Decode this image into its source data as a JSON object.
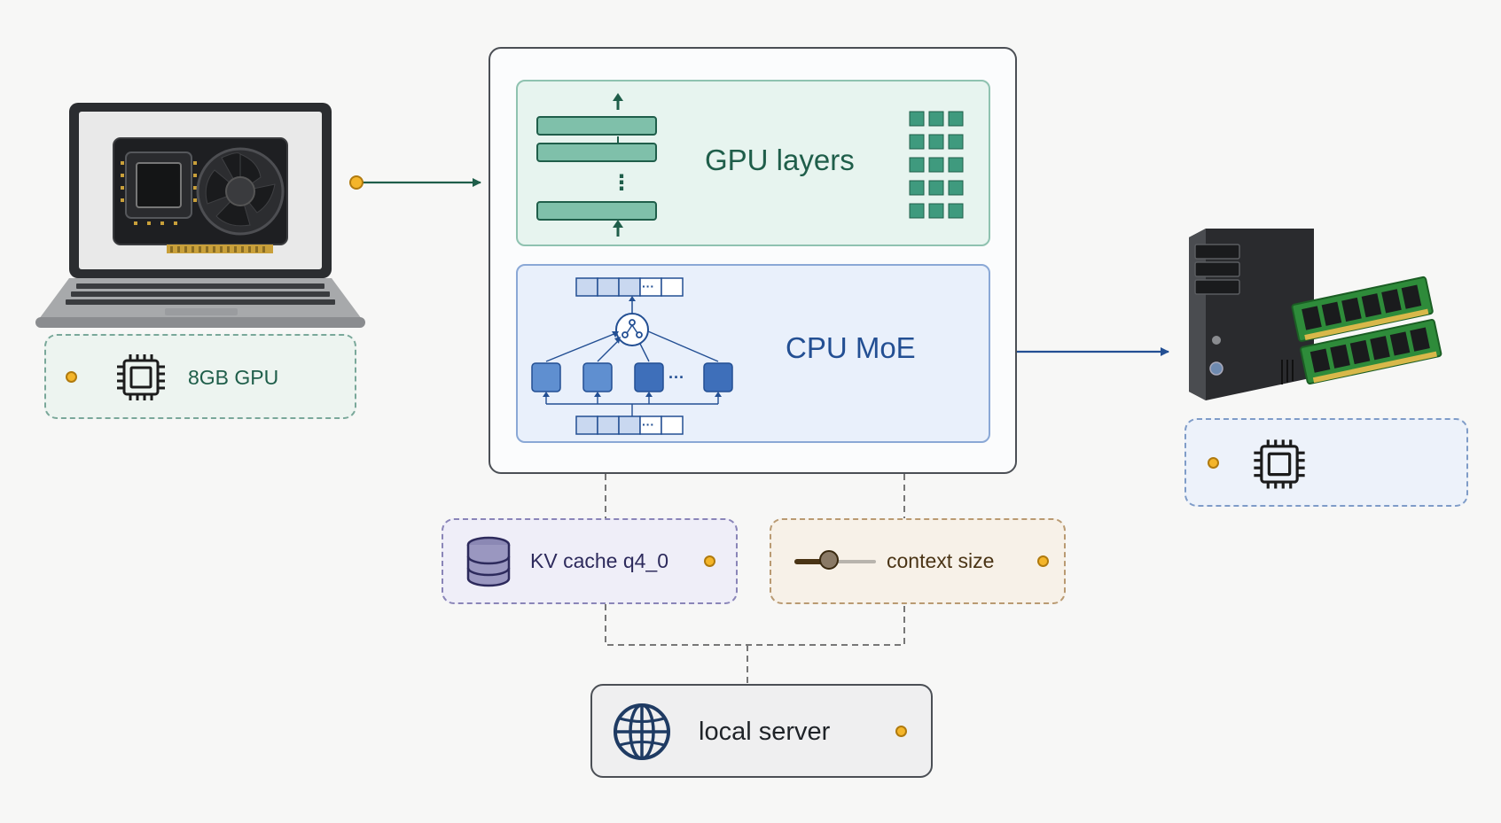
{
  "colors": {
    "background": "#f7f7f6",
    "gpu_green": "#1f5e4a",
    "gpu_panel": "#e7f4ef",
    "gpu_bar": "#7fc0aa",
    "cpu_blue": "#234f93",
    "cpu_panel": "#e9f0fb",
    "kv_purple": "#2d2a5c",
    "context_brown": "#4a3415",
    "server_border": "#4b4f55",
    "status_dot": "#f4b52a"
  },
  "gpu_card": {
    "label": "8GB GPU",
    "icon": "chip-icon"
  },
  "model_box": {
    "gpu_section": {
      "label": "GPU layers",
      "ellipsis": "⋮"
    },
    "cpu_section": {
      "label": "CPU MoE",
      "dots": "···",
      "dots_small": "···"
    }
  },
  "ram_card": {
    "label": "",
    "icon": "chip-icon"
  },
  "kv_card": {
    "label": "KV cache q4_0",
    "icon": "database-icon"
  },
  "context_card": {
    "label": "context size",
    "icon": "slider-icon",
    "slider_level": 0.4
  },
  "server_card": {
    "label": "local server",
    "icon": "globe-icon"
  }
}
